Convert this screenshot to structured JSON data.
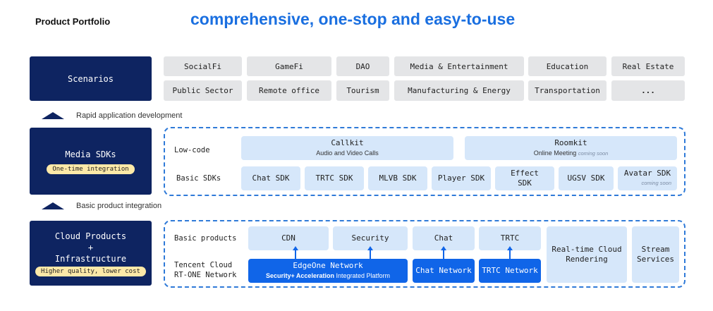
{
  "header": {
    "portfolio_title": "Product Portfolio",
    "headline": "comprehensive, one-stop and easy-to-use"
  },
  "scenarios": {
    "label": "Scenarios",
    "items": [
      "SocialFi",
      "GameFi",
      "DAO",
      "Media & Entertainment",
      "Education",
      "Real Estate",
      "Public Sector",
      "Remote office",
      "Tourism",
      "Manufacturing & Energy",
      "Transportation",
      "..."
    ]
  },
  "arrows": {
    "rapid": "Rapid application development",
    "basic": "Basic product integration"
  },
  "media_sdks": {
    "label": "Media SDKs",
    "pill": "One-time integration",
    "lowcode_label": "Low-code",
    "basic_label": "Basic SDKs",
    "callkit": {
      "title": "Callkit",
      "sub": "Audio and Video Calls"
    },
    "roomkit": {
      "title": "Roomkit",
      "sub": "Online Meeting",
      "soon": "coming soon"
    },
    "sdks": [
      "Chat SDK",
      "TRTC SDK",
      "MLVB SDK",
      "Player SDK",
      "Effect",
      "UGSV SDK",
      "Avatar SDK"
    ],
    "effect_line2": "SDK",
    "avatar_soon": "coming soon"
  },
  "cloud": {
    "label_line1": "Cloud Products",
    "label_line2": "+",
    "label_line3": "Infrastructure",
    "pill": "Higher quality, lower cost",
    "basic_label": "Basic products",
    "network_label_line1": "Tencent Cloud",
    "network_label_line2": "RT-ONE Network",
    "products": [
      "CDN",
      "Security",
      "Chat",
      "TRTC"
    ],
    "edgeone": {
      "title": "EdgeOne Network",
      "sub_bold": "Security+ Acceleration",
      "sub_rest": " Integrated Platform"
    },
    "chat_network": "Chat Network",
    "trtc_network": "TRTC Network",
    "rendering_line1": "Real-time Cloud",
    "rendering_line2": "Rendering",
    "stream_line1": "Stream",
    "stream_line2": "Services"
  },
  "colors": {
    "navy": "#0e2461",
    "headline_blue": "#1a6fe0",
    "dark_blue": "#1065e8",
    "light_blue": "#d6e7fa",
    "gray_chip": "#e4e5e7",
    "pill_yellow": "#fde9a8"
  }
}
